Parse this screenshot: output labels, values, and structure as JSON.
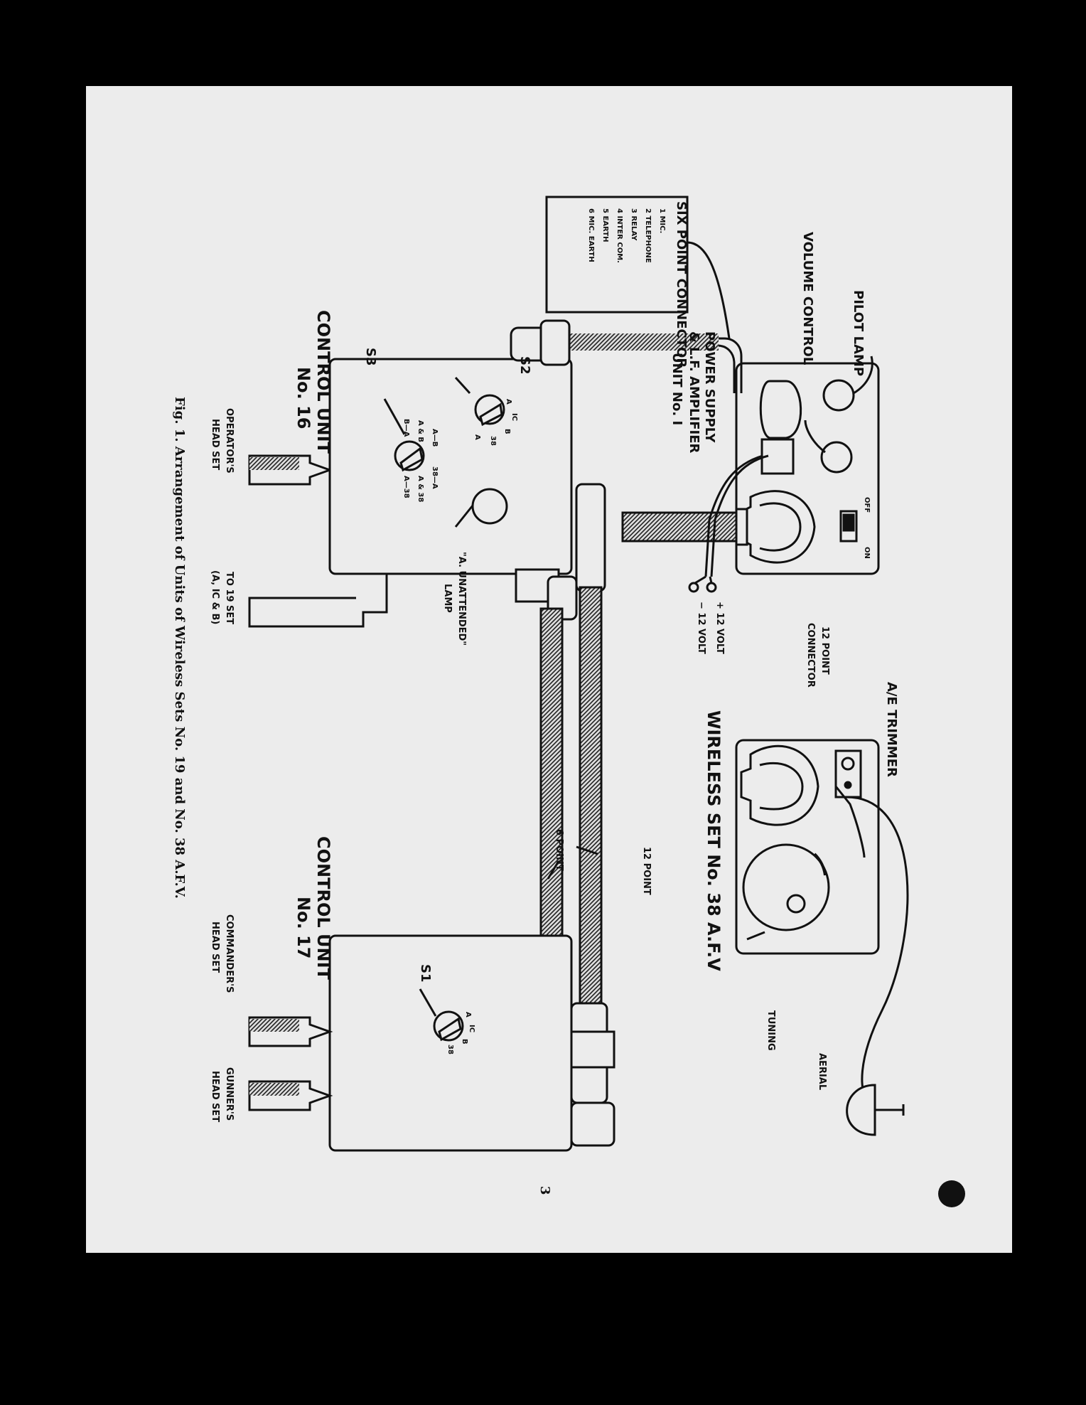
{
  "labels": {
    "pilot_lamp": "PILOT LAMP",
    "volume_control": "VOLUME CONTROL",
    "six_point_title": "SIX POINT CONNECTOR",
    "six_point_items": [
      "1 MIC.",
      "2 TELEPHONE",
      "3 RELAY",
      "4 INTER COM.",
      "5 EARTH",
      "6 MIC. EARTH"
    ],
    "power_supply": "POWER SUPPLY",
    "lf_amplifier": "& L.F. AMPLIFIER",
    "unit_no1": "UNIT No. I",
    "off": "OFF",
    "on": "ON",
    "plus12": "+ 12 VOLT",
    "minus12": "− 12 VOLT",
    "twelve_point_connector_1": "12 POINT",
    "twelve_point_connector_2": "CONNECTOR",
    "ae_trimmer": "A/E TRIMMER",
    "wireless_set": "WIRELESS SET No. 38 A.F.V",
    "tuning": "TUNING",
    "aerial": "AERIAL",
    "twelve_point": "12 POINT",
    "six_point": "6 POINT",
    "s2": "S2",
    "s3": "S3",
    "s1": "S1",
    "control_unit_16_a": "CONTROL UNIT",
    "control_unit_16_b": "No. 16",
    "control_unit_17_a": "CONTROL UNIT",
    "control_unit_17_b": "No. 17",
    "a_unattended_1": "\"A. UNATTENDED\"",
    "a_unattended_2": "LAMP",
    "operators_1": "OPERATOR'S",
    "operators_2": "HEAD SET",
    "to19_1": "TO 19 SET",
    "to19_2": "(A, IC & B)",
    "commanders_1": "COMMANDER'S",
    "commanders_2": "HEAD  SET",
    "gunners_1": "GUNNER'S",
    "gunners_2": "HEAD SET",
    "s2_pos": [
      "A",
      "IC",
      "B",
      "38",
      "A"
    ],
    "s3_pos": [
      "A—B",
      "A & B",
      "B—A",
      "38—A",
      "A & 38",
      "A—38"
    ],
    "s1_pos": [
      "A",
      "IC",
      "B",
      "38"
    ],
    "caption": "Fig. 1.  Arrangement of Units of Wireless Sets No. 19 and No. 38 A.F.V.",
    "page_number": "3"
  }
}
